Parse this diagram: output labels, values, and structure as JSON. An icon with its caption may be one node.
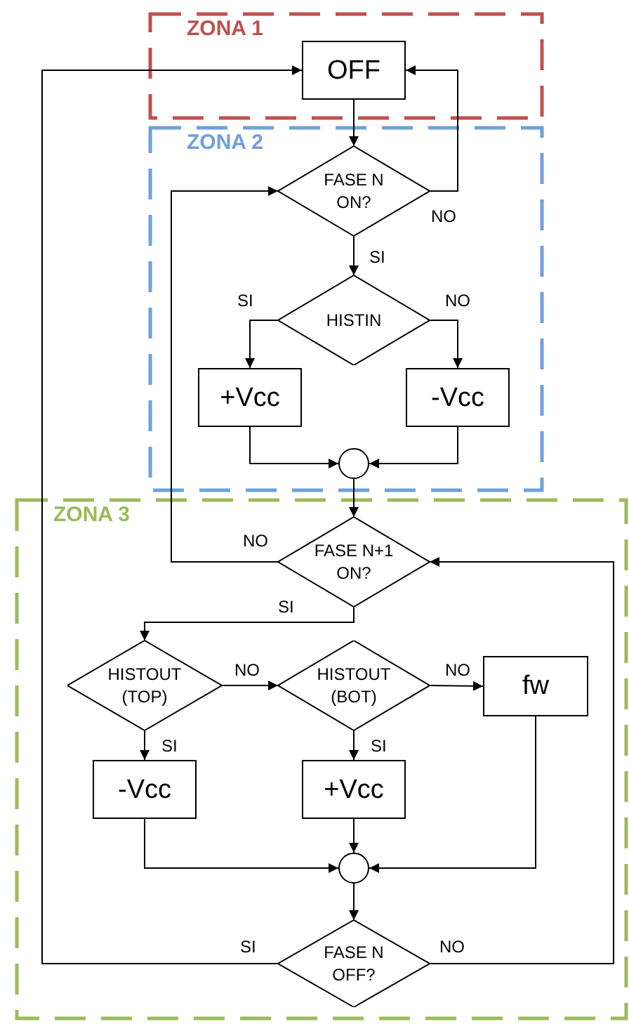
{
  "diagram": {
    "nodes": [
      {
        "text": [
          "ZONA 1"
        ]
      },
      {
        "text": [
          "OFF"
        ],
        "in": 0
      },
      {
        "text": [
          "ZONA 2"
        ]
      },
      {
        "text": [
          "FASE N ON?"
        ],
        "in": 2
      },
      {
        "text": [
          "HISTIN"
        ],
        "in": 2
      },
      {
        "text": [
          "+Vcc"
        ],
        "in": 2
      },
      {
        "text": [
          "-Vcc"
        ],
        "in": 2
      },
      {
        "text": [],
        "shape": "circle",
        "in": 2
      },
      {
        "text": [
          "ZONA 3"
        ]
      },
      {
        "text": [
          "FASE N+1 ON?"
        ],
        "in": 8
      },
      {
        "text": [
          "HISTOUT (TOP)"
        ],
        "in": 8
      },
      {
        "text": [
          "HISTOUT (BOT)"
        ],
        "in": 8
      },
      {
        "text": [
          "fw"
        ],
        "in": 8
      },
      {
        "text": [
          "-Vcc"
        ],
        "in": 8
      },
      {
        "text": [
          "+Vcc"
        ],
        "in": 8
      },
      {
        "text": [],
        "shape": "circle",
        "in": 8
      },
      {
        "text": [
          "FASE N OFF?"
        ],
        "in": 8
      }
    ],
    "edges": [
      {
        "from": 1,
        "to": 3,
        "arrow": "to"
      },
      {
        "from": 3,
        "to": 1,
        "arrow": "to",
        "label": "NO"
      },
      {
        "from": 3,
        "to": 4,
        "arrow": "to",
        "label": "SI"
      },
      {
        "from": 4,
        "to": 5,
        "arrow": "to",
        "label": "SI"
      },
      {
        "from": 4,
        "to": 6,
        "arrow": "to",
        "label": "NO"
      },
      {
        "from": 5,
        "to": 7,
        "arrow": "to"
      },
      {
        "from": 6,
        "to": 7,
        "arrow": "to"
      },
      {
        "from": 7,
        "to": 9,
        "arrow": "to"
      },
      {
        "from": 9,
        "to": 3,
        "arrow": "to",
        "label": "NO"
      },
      {
        "from": 9,
        "to": 10,
        "arrow": "to",
        "label": "SI"
      },
      {
        "from": 10,
        "to": 11,
        "arrow": "to",
        "label": "NO"
      },
      {
        "from": 11,
        "to": 12,
        "arrow": "to",
        "label": "NO"
      },
      {
        "from": 10,
        "to": 13,
        "arrow": "to",
        "label": "SI"
      },
      {
        "from": 11,
        "to": 14,
        "arrow": "to",
        "label": "SI"
      },
      {
        "from": 13,
        "to": 15,
        "arrow": "to"
      },
      {
        "from": 14,
        "to": 15,
        "arrow": "to"
      },
      {
        "from": 12,
        "to": 15,
        "arrow": "to"
      },
      {
        "from": 15,
        "to": 16,
        "arrow": "to"
      },
      {
        "from": 16,
        "to": 1,
        "arrow": "to",
        "label": "SI"
      },
      {
        "from": 16,
        "to": 9,
        "arrow": "to",
        "label": "NO"
      }
    ]
  }
}
